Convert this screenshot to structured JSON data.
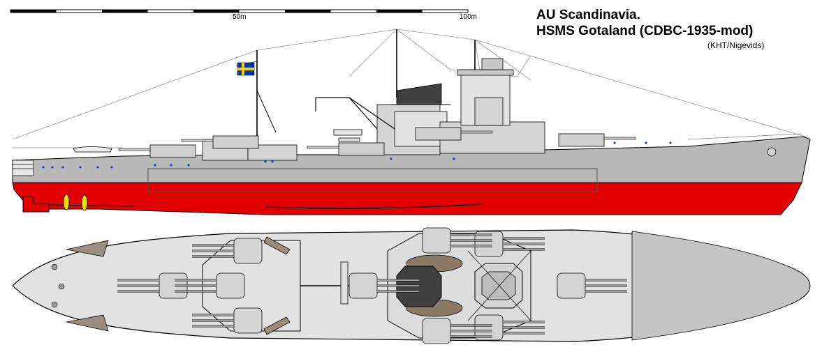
{
  "header": {
    "line1": "AU Scandinavia.",
    "line2": "HSMS Gotaland (CDBC-1935-mod)",
    "credit": "(KHT/Nigevids)"
  },
  "scale_bar": {
    "mid_label": "50m",
    "end_label": "100m"
  },
  "colors": {
    "hull_grey": "#b8b8b8",
    "superstructure_grey": "#d4d4d4",
    "deck_grey": "#e2e2e2",
    "bottom_red": "#e00000",
    "propeller_yellow": "#ffe000",
    "outline": "#000000",
    "flag_blue": "#0038a8",
    "flag_yellow": "#ffd000",
    "wood_brown": "#8a7a66"
  },
  "icons": {
    "flag": "naval-ensign",
    "propeller": "propeller-blade",
    "turret": "gun-turret",
    "crane": "boat-crane",
    "aircraft": "floatplane",
    "anchor": "anchor-crest"
  }
}
